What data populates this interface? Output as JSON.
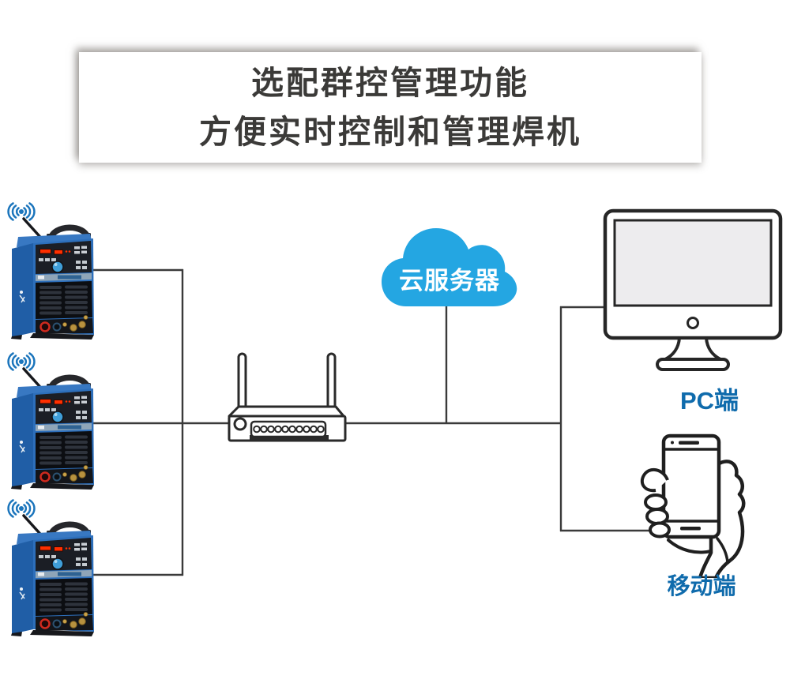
{
  "title": {
    "line1": "选配群控管理功能",
    "line2": "方便实时控制和管理焊机"
  },
  "cloud": {
    "label": "云服务器"
  },
  "pc": {
    "label": "PC端"
  },
  "mobile": {
    "label": "移动端"
  },
  "machines": {
    "count": 3
  },
  "colors": {
    "accent_blue": "#24a6e2",
    "label_blue": "#0f6bac",
    "wifi_blue": "#1b75bc",
    "line_color": "#3a3a3a",
    "machine_blue": "#2d6fbb"
  }
}
